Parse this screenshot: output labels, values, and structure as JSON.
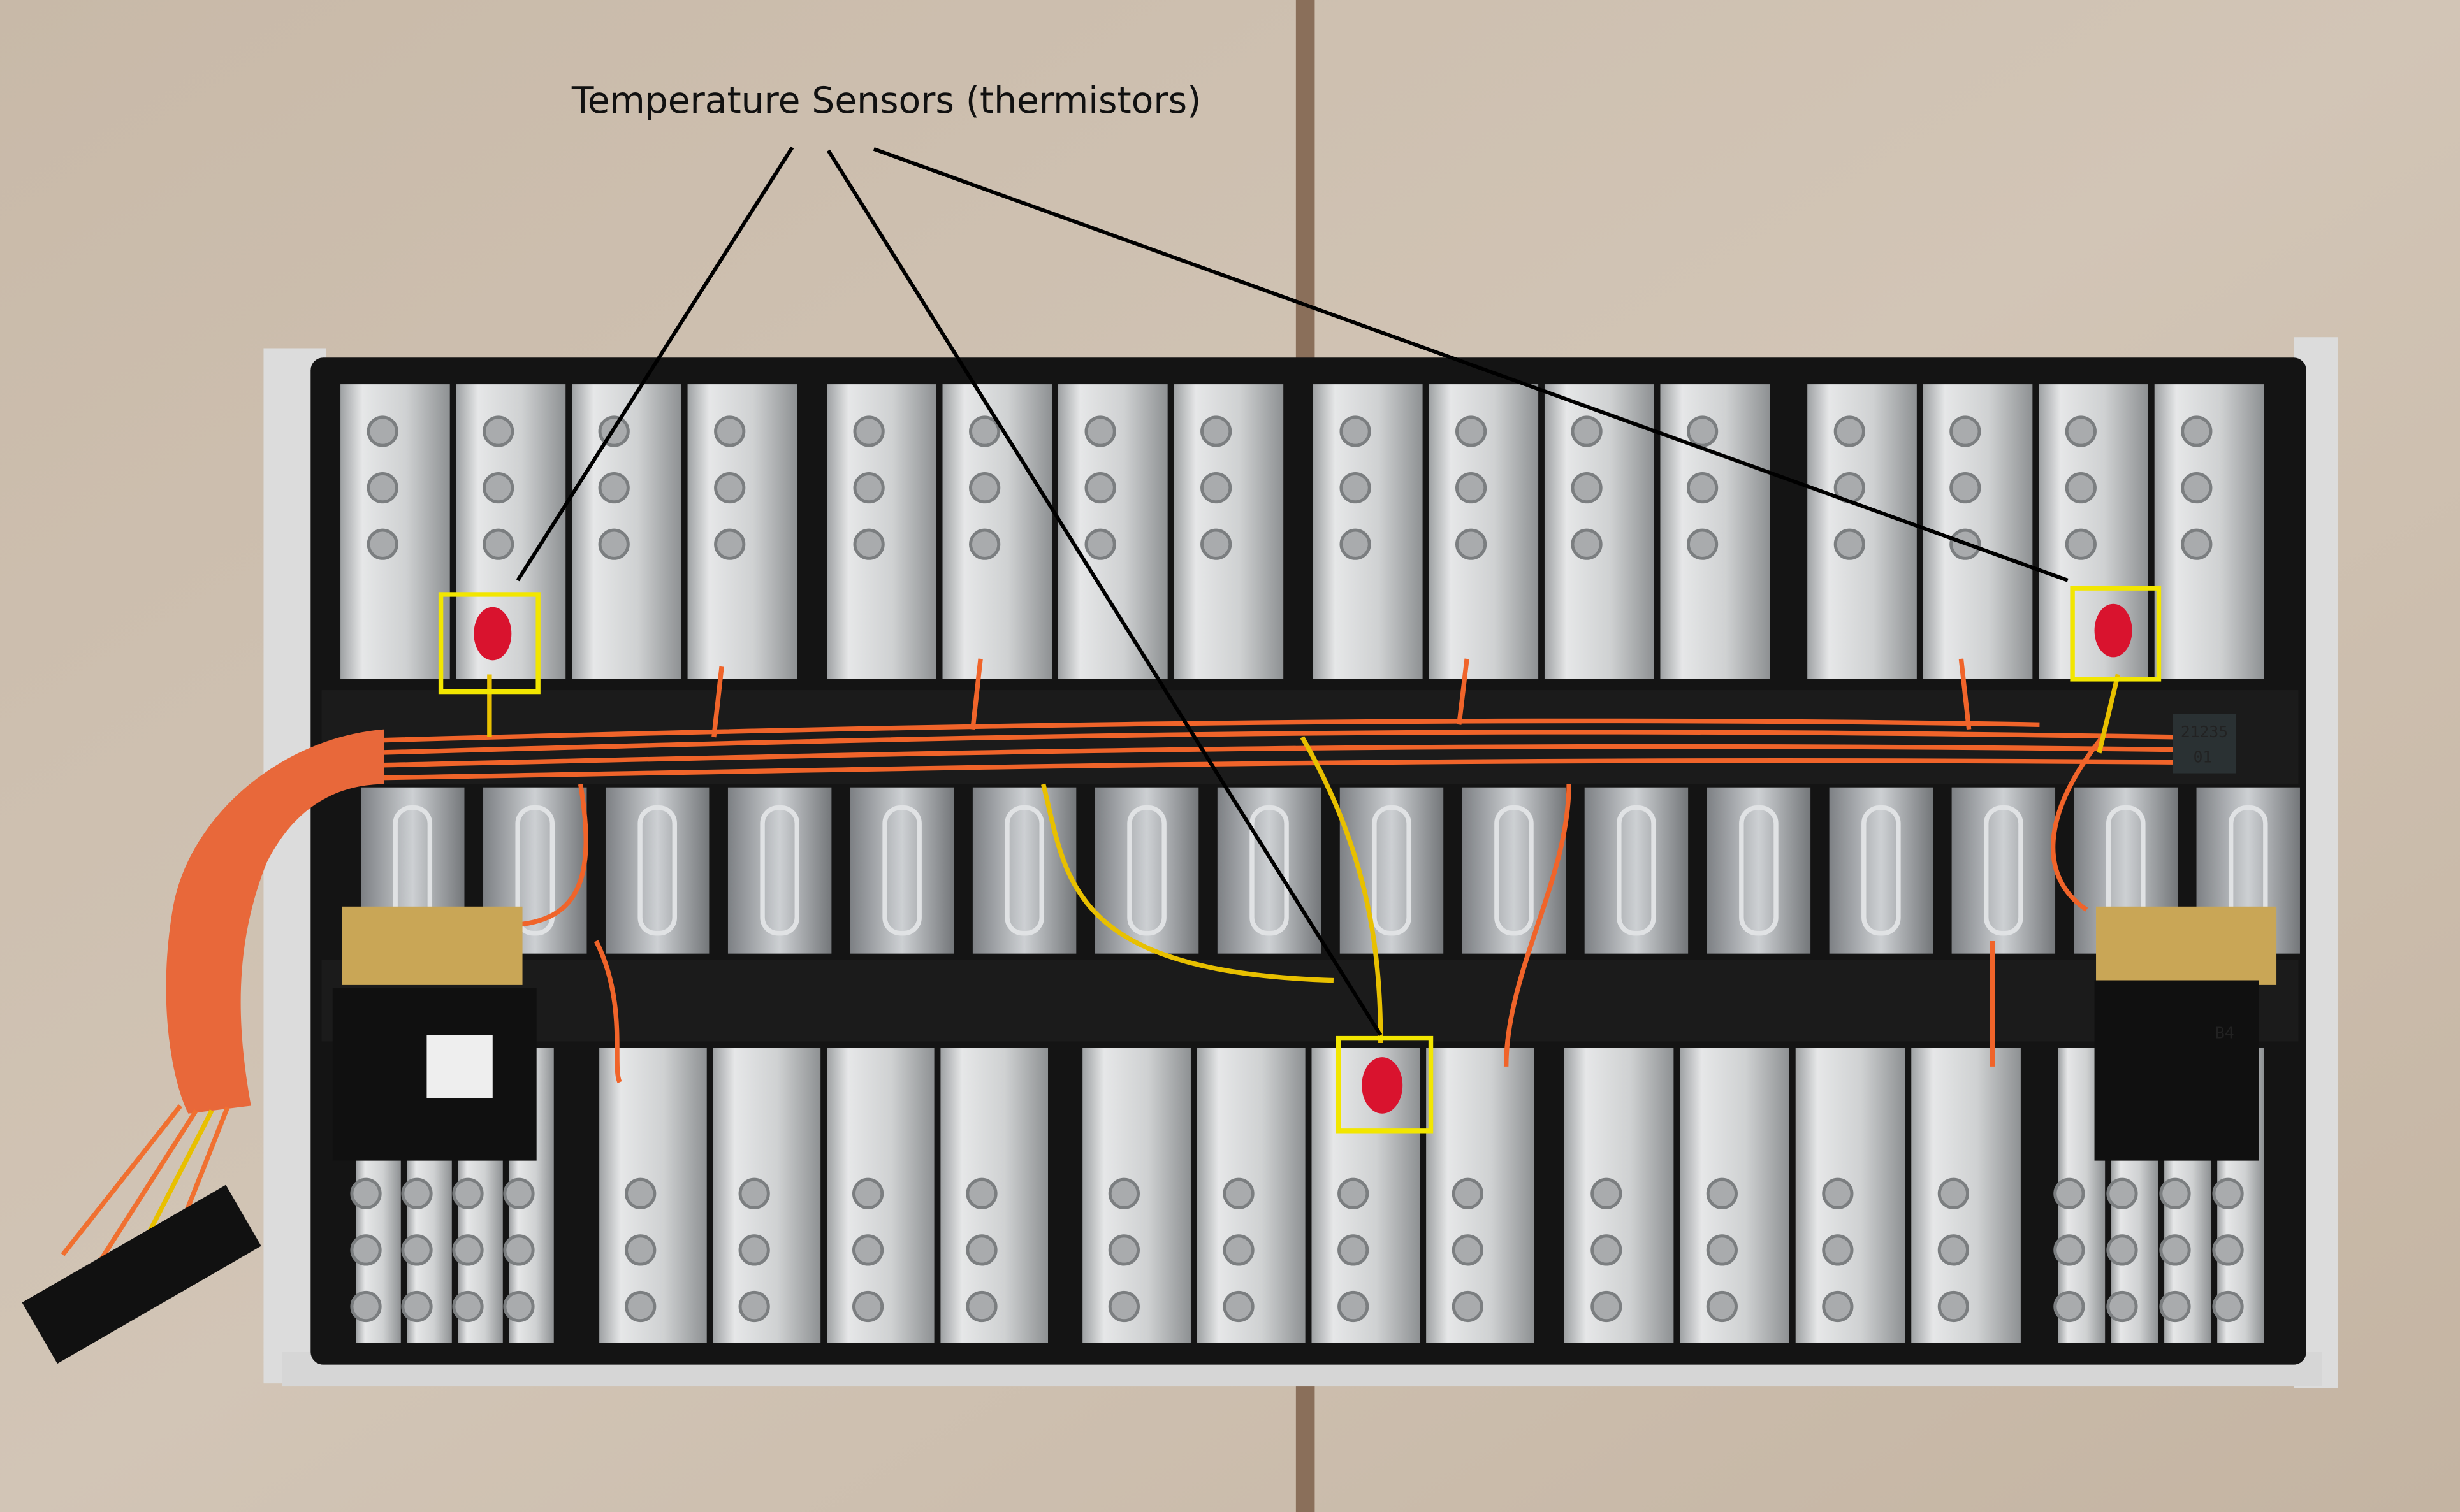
{
  "annotation": {
    "caption": "Temperature Sensors (thermistors)",
    "highlight_color": "#f2e600",
    "sensor_count": 3
  },
  "module_markings": {
    "part_number": "21235",
    "part_revision": "01",
    "connector_label": "B4"
  },
  "colors": {
    "floor": "#cbbcab",
    "frame": "#141414",
    "busbar": "#c9cbcc",
    "wire": "#f0642a",
    "sensor": "#d9132e"
  }
}
